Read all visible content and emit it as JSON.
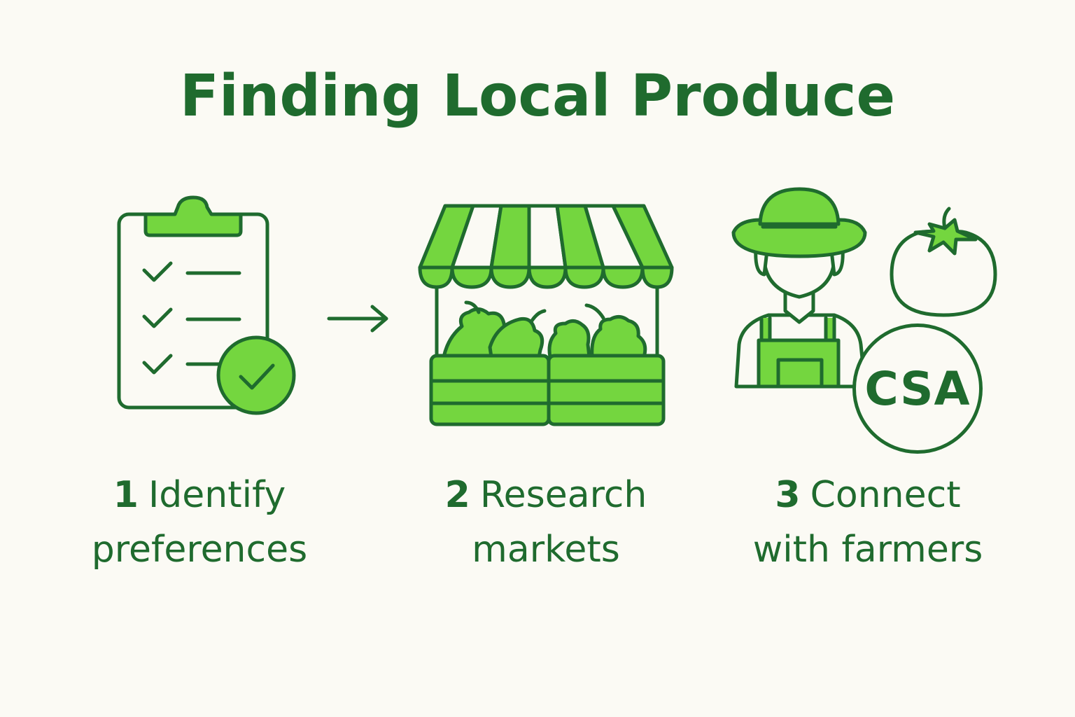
{
  "title": "Finding Local Produce",
  "colors": {
    "dark_green": "#1f6b2e",
    "light_green": "#74d63f",
    "background": "#fbfaf4"
  },
  "steps": [
    {
      "number": "1",
      "line1": "Identify",
      "line2": "preferences",
      "icon": "clipboard-checklist-icon"
    },
    {
      "number": "2",
      "line1": "Research",
      "line2": "markets",
      "icon": "market-stall-icon"
    },
    {
      "number": "3",
      "line1": "Connect",
      "line2": "with farmers",
      "icon": "farmer-icon"
    }
  ],
  "csa_badge": "CSA",
  "connector_icon": "arrow-right-icon"
}
